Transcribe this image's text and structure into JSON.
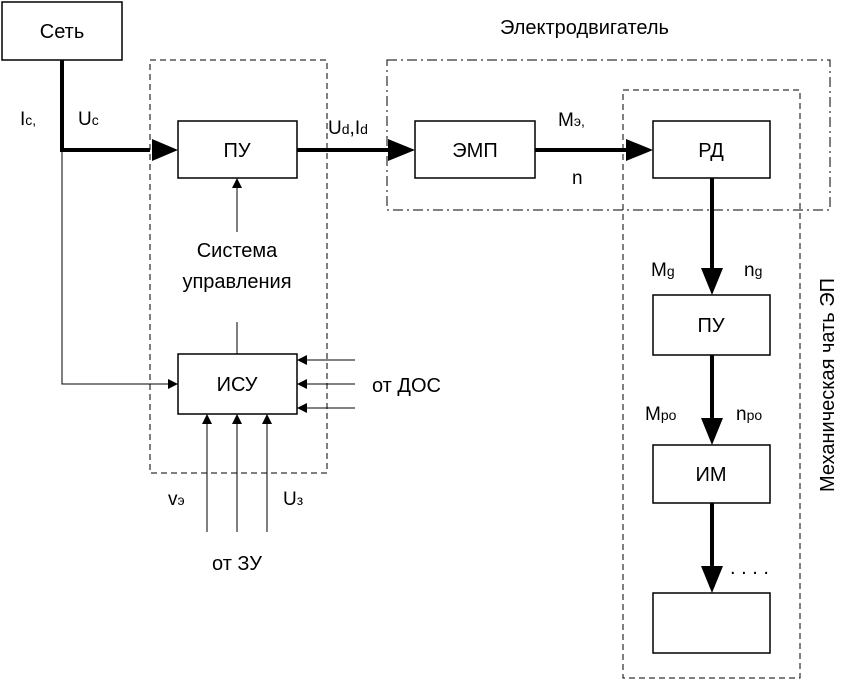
{
  "blocks": {
    "network": "Сеть",
    "pu_main": "ПУ",
    "isu": "ИСУ",
    "emp": "ЭМП",
    "rd": "РД",
    "pu_mech": "ПУ",
    "im": "ИМ",
    "last": ""
  },
  "labels": {
    "motor_title": "Электродвигатель",
    "control_line1": "Система",
    "control_line2": "управления",
    "from_dos": "от ДОС",
    "from_zu": "от ЗУ",
    "mech_part": "Механическая чать ЭП",
    "dots": ". . . ."
  },
  "signals": {
    "ic_main": "I",
    "ic_sub": "c,",
    "uc_main": "U",
    "uc_sub": "c",
    "ud_main": "U",
    "ud_sub": "d",
    "id_sep": ",",
    "id_main": "I",
    "id_sub": "d",
    "me_main": "M",
    "me_sub": "э,",
    "n_label": "n",
    "mg_main": "M",
    "mg_sub": "g",
    "ng_main": "n",
    "ng_sub": "g",
    "mpo_main": "M",
    "mpo_sub": "po",
    "npo_main": "n",
    "npo_sub": "po",
    "ve_main": "v",
    "ve_sub": "э",
    "uz_main": "U",
    "uz_sub": "з"
  }
}
